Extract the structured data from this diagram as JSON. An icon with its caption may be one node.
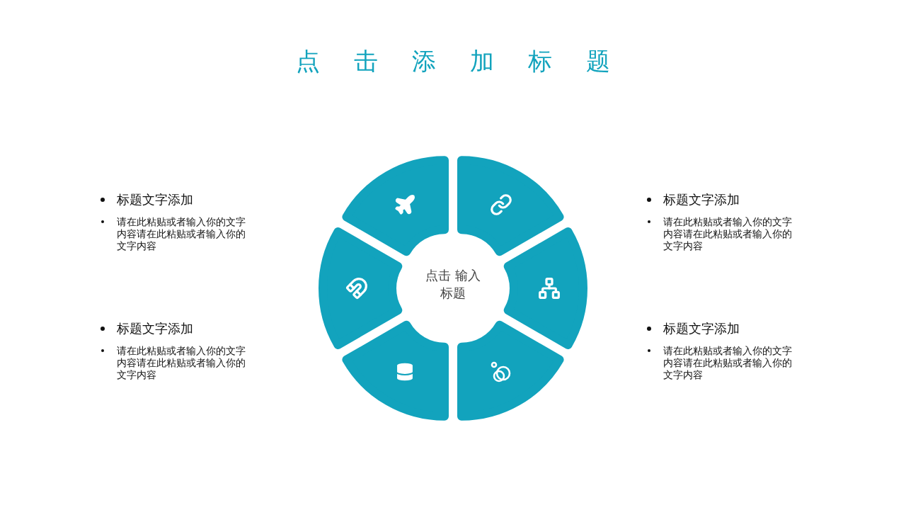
{
  "diagram": {
    "title": "点击添加标题",
    "nodes": [
      {
        "text": [],
        "shape": "segment"
      },
      {
        "text": [],
        "shape": "segment"
      },
      {
        "text": [],
        "shape": "segment"
      },
      {
        "text": [],
        "shape": "segment"
      },
      {
        "text": [],
        "shape": "segment"
      },
      {
        "text": [],
        "shape": "segment"
      }
    ],
    "labels": [
      "标题文字添加",
      "请在此粘贴或者输入你的文字内容请在此粘贴或者输入你的文字内容",
      "标题文字添加",
      "请在此粘贴或者输入你的文字内容请在此粘贴或者输入你的文字内容",
      "点击 输入标题",
      "标题文字添加",
      "请在此粘贴或者输入你的文字内容请在此粘贴或者输入你的文字内容",
      "标题文字添加",
      "请在此粘贴或者输入你的文字内容请在此粘贴或者输入你的文字内容"
    ]
  }
}
